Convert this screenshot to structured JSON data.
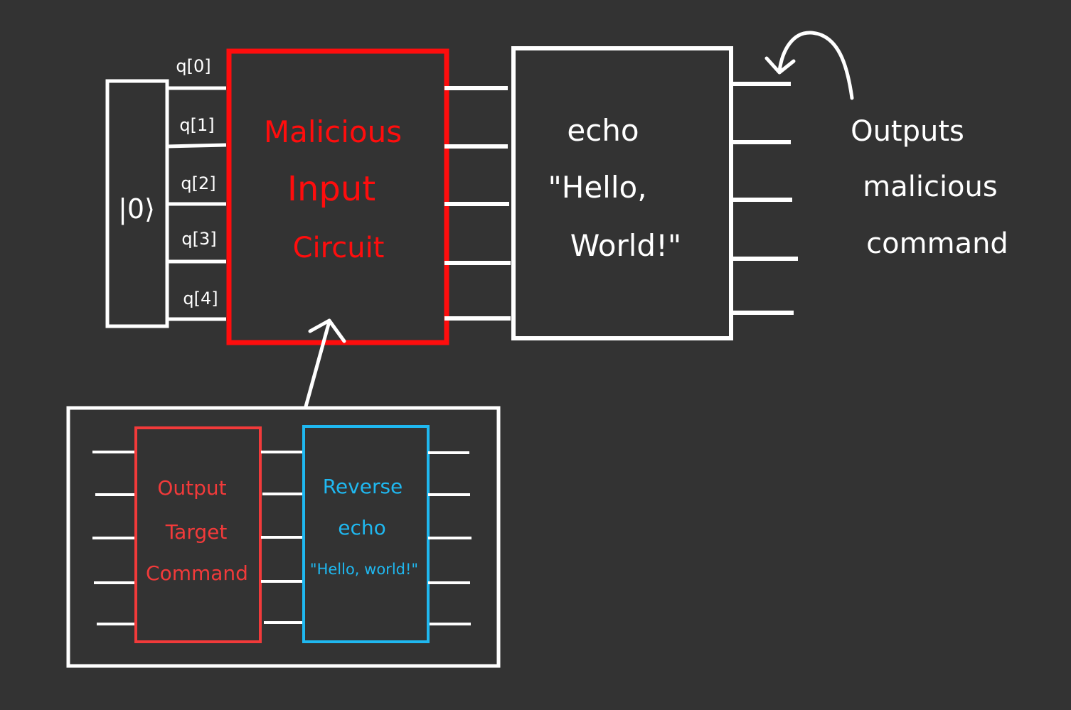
{
  "colors": {
    "background": "#333333",
    "white": "#ffffff",
    "malicious_red": "#ff0d0d",
    "target_red": "#f23a3a",
    "reverse_blue": "#1fb8f0"
  },
  "init_state": "|0⟩",
  "qubits": [
    "q[0]",
    "q[1]",
    "q[2]",
    "q[3]",
    "q[4]"
  ],
  "malicious_box": {
    "lines": [
      "Malicious",
      "Input",
      "Circuit"
    ]
  },
  "echo_box": {
    "lines": [
      "echo",
      "\"Hello,",
      "World!\""
    ]
  },
  "annotation": {
    "lines": [
      "Outputs",
      "malicious",
      "command"
    ]
  },
  "detail": {
    "target_box": {
      "lines": [
        "Output",
        "Target",
        "Command"
      ]
    },
    "reverse_box": {
      "lines": [
        "Reverse",
        "echo",
        "\"Hello, world!\""
      ]
    }
  }
}
